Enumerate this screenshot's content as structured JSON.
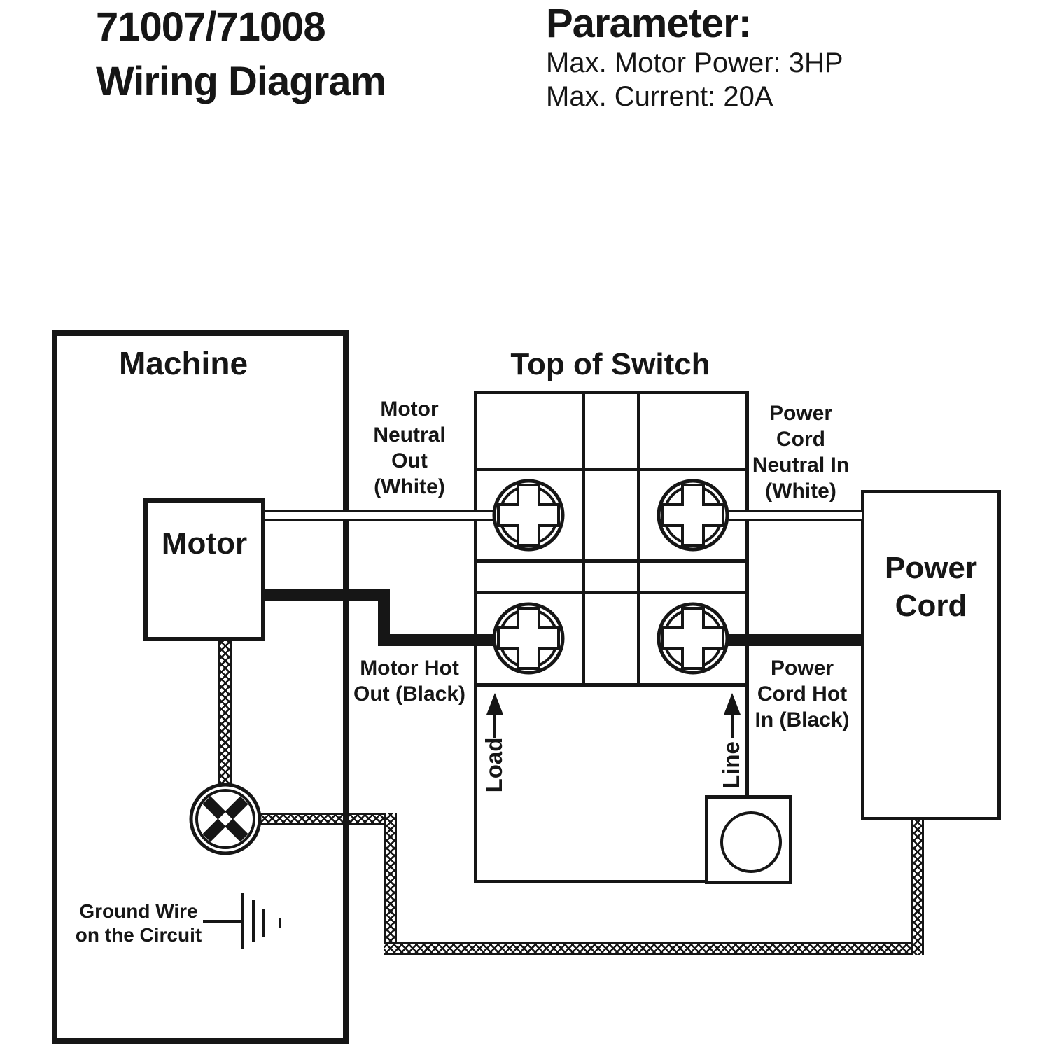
{
  "page": {
    "paper": "#ffffff",
    "ink": "#161616"
  },
  "header": {
    "title_line1": "71007/71008",
    "title_line2": "Wiring Diagram",
    "parameter_heading": "Parameter:",
    "parameter_line1": "Max. Motor Power: 3HP",
    "parameter_line2": "Max. Current: 20A"
  },
  "machine": {
    "label": "Machine"
  },
  "motor": {
    "label": "Motor"
  },
  "switch": {
    "title": "Top of Switch",
    "load_label": "Load",
    "line_label": "Line"
  },
  "power_cord": {
    "label_line1": "Power",
    "label_line2": "Cord"
  },
  "wire_labels": {
    "motor_neutral_out": [
      "Motor",
      "Neutral",
      "Out",
      "(White)"
    ],
    "motor_hot_out": [
      "Motor Hot",
      "Out (Black)"
    ],
    "power_cord_neutral_in": [
      "Power",
      "Cord",
      "Neutral In",
      "(White)"
    ],
    "power_cord_hot_in": [
      "Power",
      "Cord Hot",
      "In (Black)"
    ],
    "ground": [
      "Ground Wire",
      "on the Circuit"
    ]
  },
  "symbols": {
    "screw_terminal": "circle-cross-screw",
    "ground_connection": "circle-x",
    "earth_ground": "ground-bars",
    "braided_wire": "crosshatch-sheath",
    "direction_arrow": "up-arrow"
  }
}
